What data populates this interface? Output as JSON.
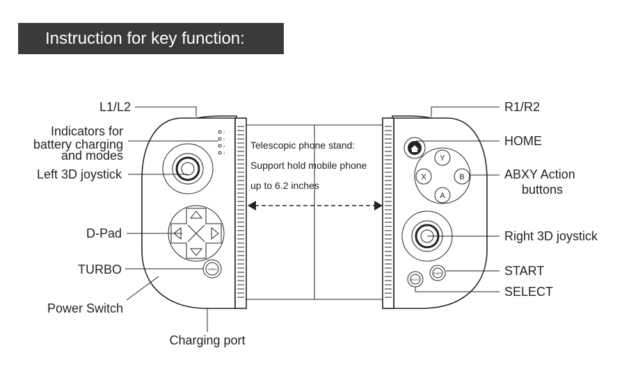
{
  "title": "Instruction for key function:",
  "labels": {
    "l1l2": "L1/L2",
    "indicators_1": "Indicators for",
    "indicators_2": "battery charging",
    "indicators_3": "and modes",
    "left_joystick": "Left 3D joystick",
    "dpad": "D-Pad",
    "turbo": "TURBO",
    "power_switch": "Power Switch",
    "charging_port": "Charging port",
    "r1r2": "R1/R2",
    "home": "HOME",
    "abxy_1": "ABXY Action",
    "abxy_2": "buttons",
    "right_joystick": "Right 3D joystick",
    "start": "START",
    "select": "SELECT"
  },
  "phone_stand": {
    "line1": "Telescopic phone stand:",
    "line2": "Support hold mobile phone",
    "line3": "up to 6.2 inches"
  },
  "buttons": {
    "y": "Y",
    "x": "X",
    "b": "B",
    "a": "A",
    "turbo_small": "TURBO",
    "select_small": "SELECT",
    "start_small": "START"
  },
  "indicator_numbers": [
    "1",
    "2",
    "3",
    "4"
  ],
  "icons": [
    "home-icon"
  ]
}
